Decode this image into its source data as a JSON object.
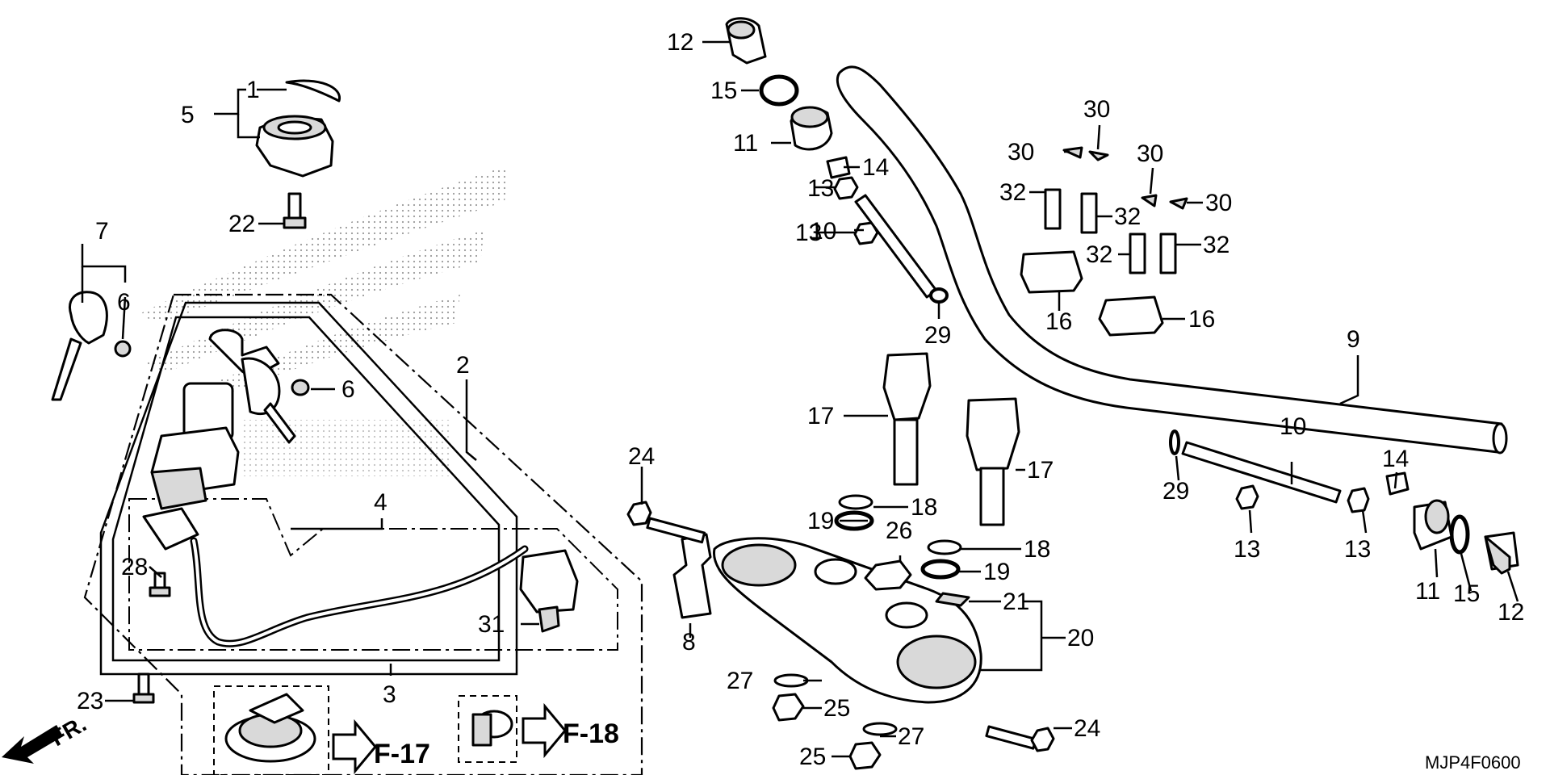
{
  "diagram": {
    "code": "MJP4F0600",
    "front_label": "FR.",
    "refs": [
      "F-17",
      "F-18"
    ],
    "callouts": [
      "1",
      "2",
      "3",
      "4",
      "5",
      "6",
      "6",
      "7",
      "8",
      "9",
      "10",
      "10",
      "11",
      "11",
      "12",
      "12",
      "13",
      "13",
      "13",
      "13",
      "14",
      "14",
      "15",
      "15",
      "16",
      "16",
      "17",
      "17",
      "18",
      "18",
      "19",
      "19",
      "20",
      "21",
      "22",
      "23",
      "24",
      "24",
      "25",
      "25",
      "26",
      "27",
      "27",
      "28",
      "29",
      "29",
      "30",
      "30",
      "30",
      "30",
      "31",
      "32",
      "32",
      "32",
      "32"
    ]
  }
}
